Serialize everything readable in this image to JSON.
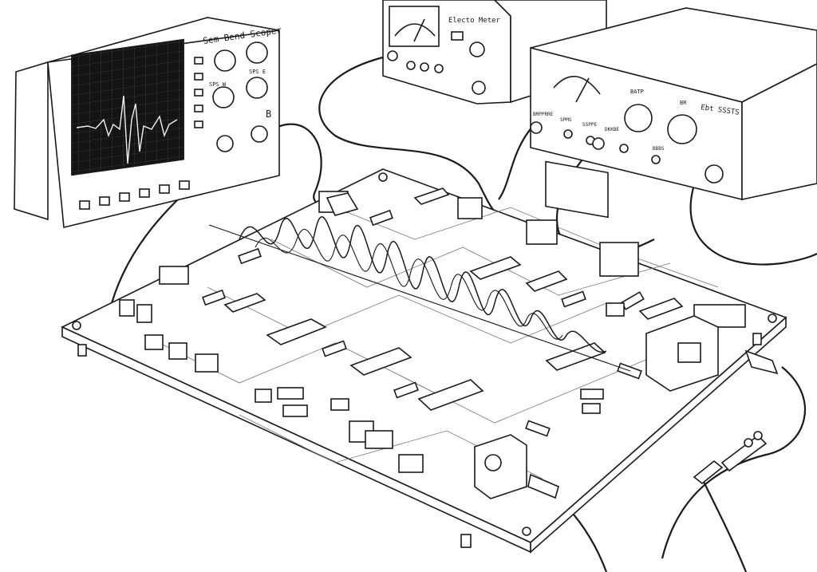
{
  "scene": {
    "kind": "pencil line drawing",
    "subject": "electronics test bench with oscilloscope, meters and circuit board",
    "ink_color": "#1a1a1a",
    "paper_color": "#ffffff",
    "screen_color": "#141414",
    "trace_color": "#f2f2f2"
  },
  "oscilloscope": {
    "brand_label": "Sem Bend Scoper",
    "knob_label_left": "SPS W",
    "knob_label_right": "SPS E",
    "corner_label": "B"
  },
  "meter_top": {
    "label": "Electo Meter"
  },
  "meter_right": {
    "label": "Ebt SSSTS",
    "port_labels": [
      "BMPPRRE",
      "SPMS",
      "SSPPE",
      "DKKBE"
    ],
    "knob_label_left": "BATP",
    "knob_label_right": "BR",
    "sub_label": "BBBS"
  },
  "icons": {
    "knob": "rotary-knob-icon",
    "bnc": "bnc-connector-icon",
    "chip": "ic-chip-icon",
    "resistor": "resistor-icon",
    "probe": "test-probe-icon",
    "needle": "meter-needle-icon"
  }
}
